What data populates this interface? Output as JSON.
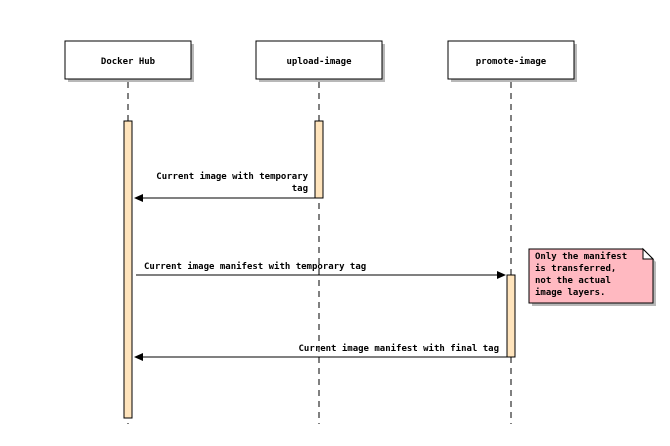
{
  "actors": [
    {
      "id": "docker-hub",
      "label": "Docker Hub"
    },
    {
      "id": "upload-image",
      "label": "upload-image"
    },
    {
      "id": "promote-image",
      "label": "promote-image"
    }
  ],
  "messages": [
    {
      "from": "upload-image",
      "to": "docker-hub",
      "lines": [
        "Current image with temporary",
        "tag"
      ]
    },
    {
      "from": "docker-hub",
      "to": "promote-image",
      "lines": [
        "Current image manifest with temporary tag"
      ]
    },
    {
      "from": "promote-image",
      "to": "docker-hub",
      "lines": [
        "Current image manifest with final tag"
      ]
    }
  ],
  "note": {
    "attached_to": "promote-image",
    "lines": [
      "Only the manifest",
      "is transferred,",
      "not the actual",
      "image layers."
    ]
  },
  "colors": {
    "activation": "#ffe4bc",
    "note": "#ffb9c1"
  }
}
